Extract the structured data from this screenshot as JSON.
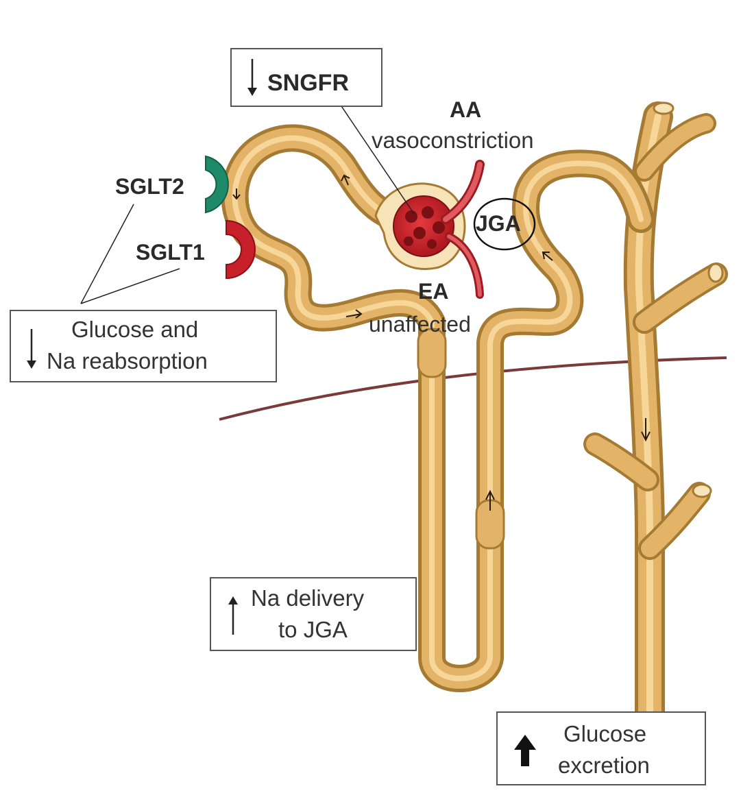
{
  "labels": {
    "sngfr": "SNGFR",
    "aa": "AA",
    "vasoconstriction": "vasoconstriction",
    "jga": "JGA",
    "ea": "EA",
    "unaffected": "unaffected",
    "sglt2": "SGLT2",
    "sglt1": "SGLT1"
  },
  "boxes": {
    "reabsorption": {
      "line1": "Glucose and",
      "line2": "Na reabsorption",
      "arrow": "down"
    },
    "na_delivery": {
      "line1": "Na delivery",
      "line2": "to JGA",
      "arrow": "up"
    },
    "glucose_excretion": {
      "line1": "Glucose",
      "line2": "excretion",
      "arrow": "up"
    },
    "sngfr": {
      "arrow": "down"
    }
  },
  "colors": {
    "tubule": "#d9a85a",
    "tubule_dark": "#a57a32",
    "glomerulus": "#c8202a",
    "sglt2": "#1f8a6a",
    "sglt1": "#c8202a",
    "boundary": "#7a3a3a"
  }
}
